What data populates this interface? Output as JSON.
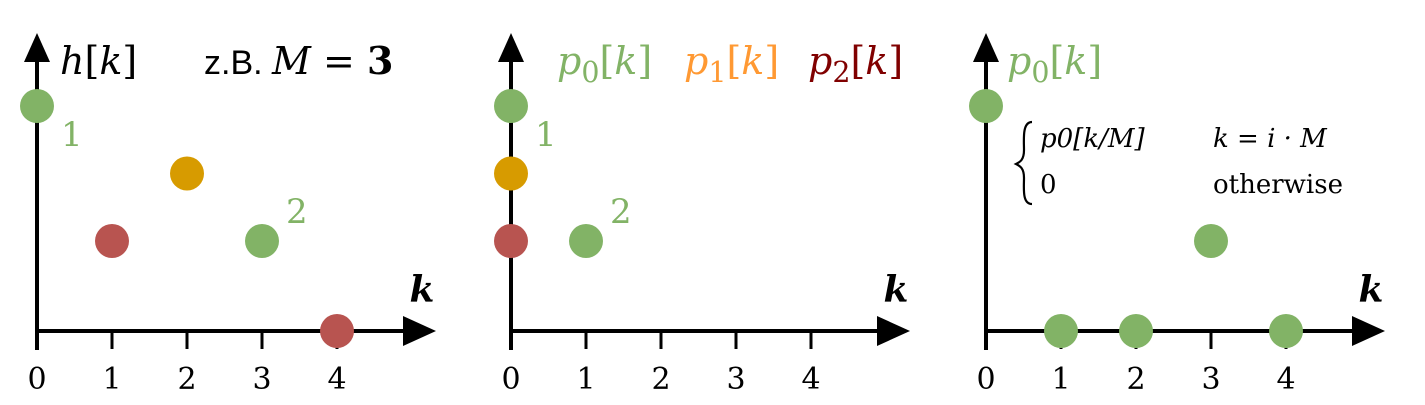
{
  "colors": {
    "green": "#82b366",
    "orange": "#d79b00",
    "red": "#b85450",
    "orange_text": "#ff9933",
    "red_text": "#800000",
    "axis": "#000000"
  },
  "panels": [
    {
      "id": "h",
      "x_axis_label": "k",
      "ticks": [
        "0",
        "1",
        "2",
        "3",
        "4"
      ],
      "labels": [
        {
          "parts": [
            {
              "t": "h",
              "math": true
            },
            {
              "t": "[",
              "math": false
            },
            {
              "t": "k",
              "math": true
            },
            {
              "t": "]",
              "math": false
            }
          ],
          "color": "axis"
        }
      ],
      "annotation": {
        "prefix": "z.B.",
        "var": "M",
        "eq": "=",
        "value": "3"
      },
      "points": [
        {
          "k": 0,
          "level": 1,
          "color": "green",
          "label": "1"
        },
        {
          "k": 1,
          "level": 0.4,
          "color": "red"
        },
        {
          "k": 2,
          "level": 0.7,
          "color": "orange"
        },
        {
          "k": 3,
          "level": 0.4,
          "color": "green",
          "label": "2"
        },
        {
          "k": 4,
          "level": 0,
          "color": "red"
        }
      ]
    },
    {
      "id": "polyphase",
      "x_axis_label": "k",
      "ticks": [
        "0",
        "1",
        "2",
        "3",
        "4"
      ],
      "labels": [
        {
          "parts": [
            {
              "t": "p",
              "math": true
            },
            {
              "t": "0",
              "sub": true
            },
            {
              "t": "[",
              "math": false
            },
            {
              "t": "k",
              "math": true
            },
            {
              "t": "]",
              "math": false
            }
          ],
          "color": "green"
        },
        {
          "parts": [
            {
              "t": "p",
              "math": true
            },
            {
              "t": "1",
              "sub": true
            },
            {
              "t": "[",
              "math": false
            },
            {
              "t": "k",
              "math": true
            },
            {
              "t": "]",
              "math": false
            }
          ],
          "color": "orange_text"
        },
        {
          "parts": [
            {
              "t": "p",
              "math": true
            },
            {
              "t": "2",
              "sub": true
            },
            {
              "t": "[",
              "math": false
            },
            {
              "t": "k",
              "math": true
            },
            {
              "t": "]",
              "math": false
            }
          ],
          "color": "red_text"
        }
      ],
      "points": [
        {
          "k": 0,
          "level": 1,
          "color": "green",
          "label": "1"
        },
        {
          "k": 0,
          "level": 0.7,
          "color": "orange"
        },
        {
          "k": 0,
          "level": 0.4,
          "color": "red"
        },
        {
          "k": 1,
          "level": 0.4,
          "color": "green",
          "label": "2"
        }
      ]
    },
    {
      "id": "upsampled",
      "x_axis_label": "k",
      "ticks": [
        "0",
        "1",
        "2",
        "3",
        "4"
      ],
      "labels": [
        {
          "parts": [
            {
              "t": "p",
              "math": true
            },
            {
              "t": "0",
              "sub": true
            },
            {
              "t": "[",
              "math": false
            },
            {
              "t": "k",
              "math": true
            },
            {
              "t": "]",
              "math": false
            }
          ],
          "color": "green"
        }
      ],
      "cases": [
        {
          "expr": "p0[k/M]",
          "cond": "k = i · M"
        },
        {
          "expr": "0",
          "cond": "otherwise"
        }
      ],
      "points": [
        {
          "k": 0,
          "level": 1,
          "color": "green"
        },
        {
          "k": 1,
          "level": 0,
          "color": "green"
        },
        {
          "k": 2,
          "level": 0,
          "color": "green"
        },
        {
          "k": 3,
          "level": 0.4,
          "color": "green"
        },
        {
          "k": 4,
          "level": 0,
          "color": "green"
        }
      ]
    }
  ]
}
